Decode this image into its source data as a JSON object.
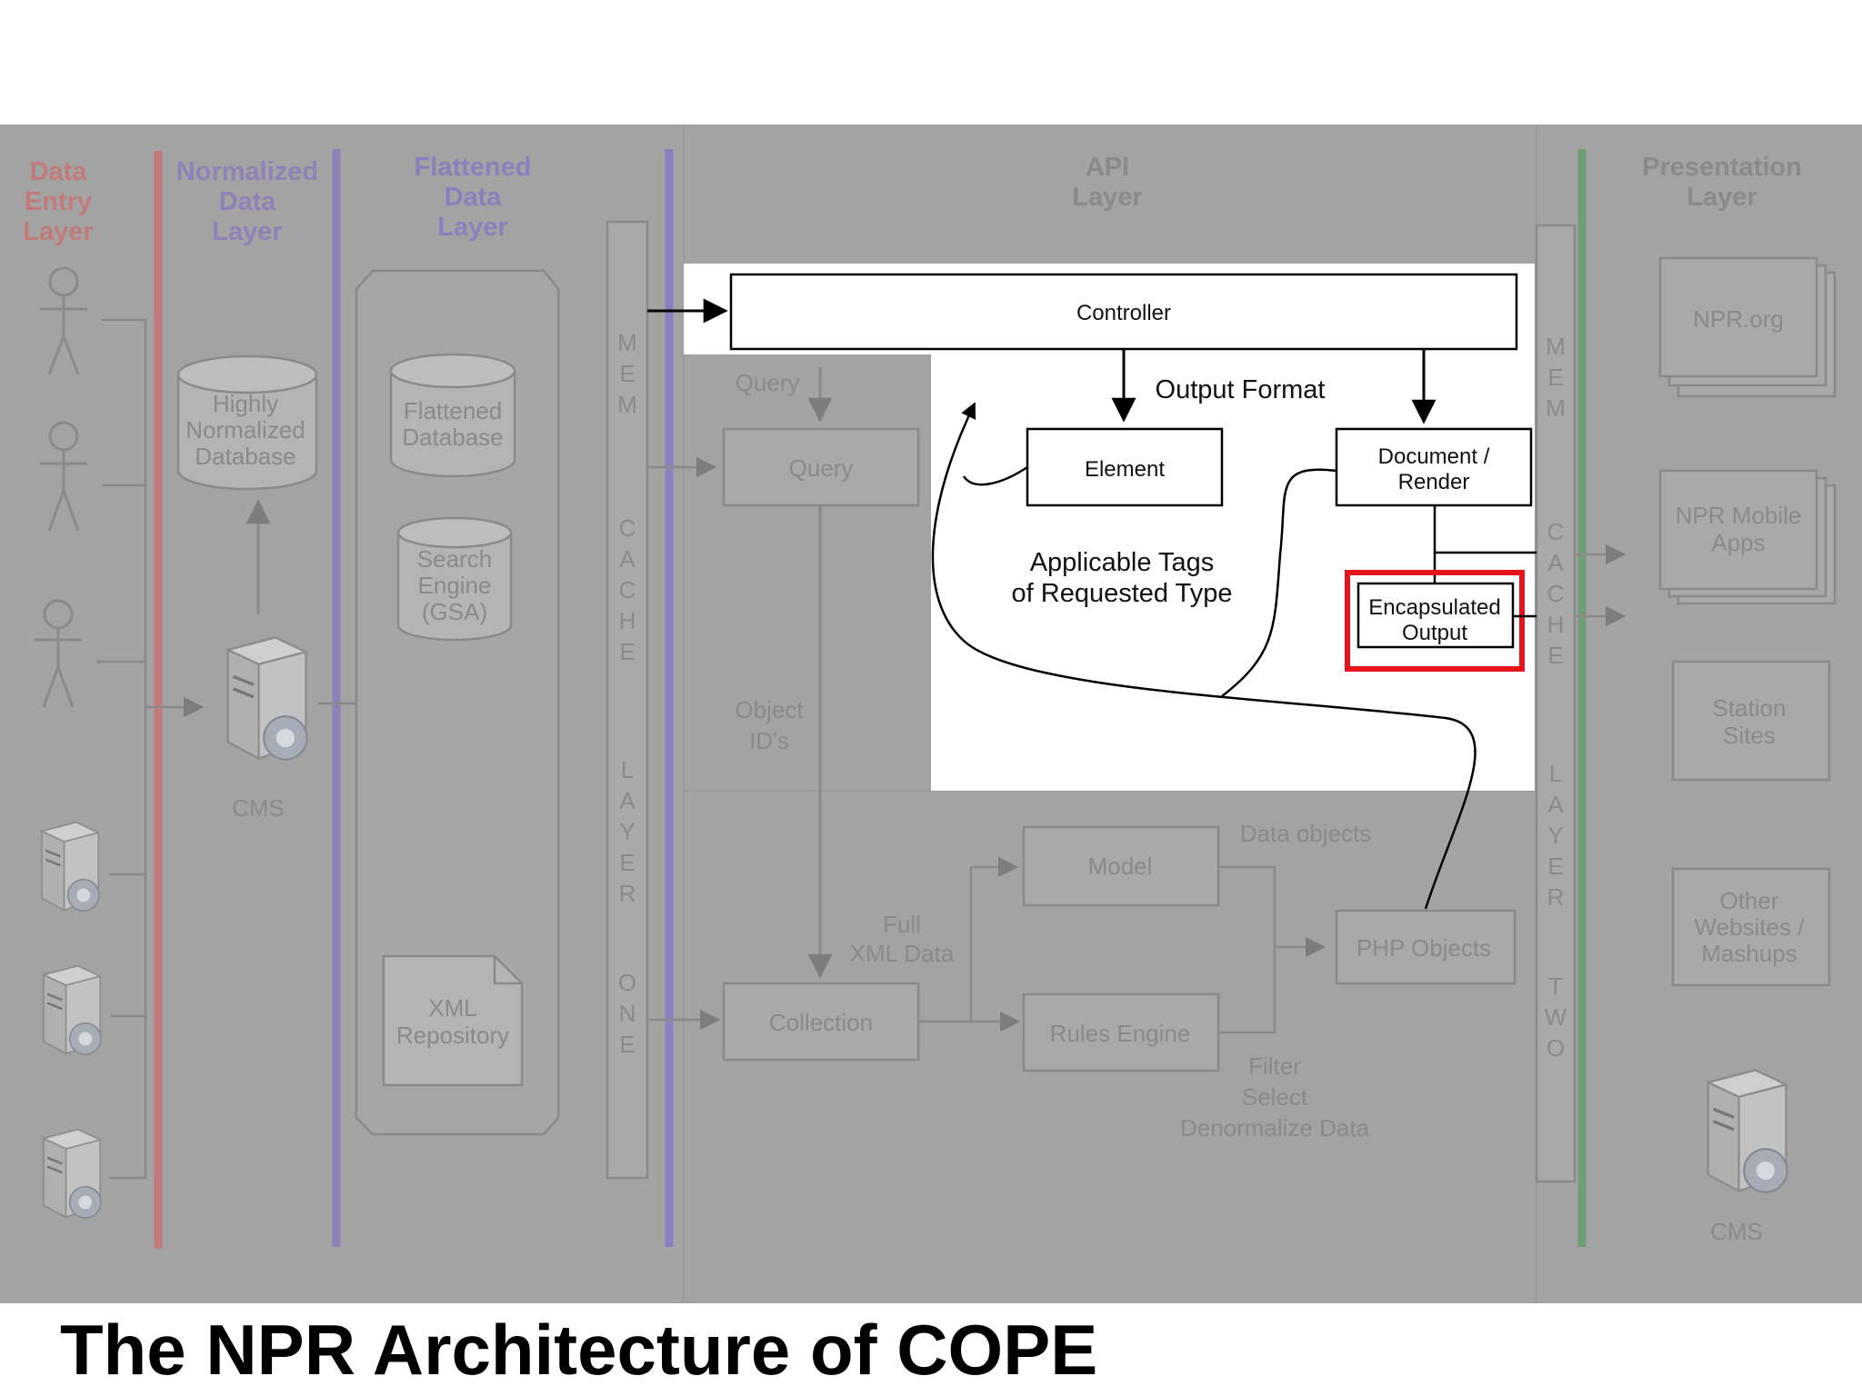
{
  "slide_title": "The NPR Architecture of COPE",
  "layers": {
    "data_entry": [
      "Data",
      "Entry",
      "Layer"
    ],
    "normalized": [
      "Normalized",
      "Data",
      "Layer"
    ],
    "flattened": [
      "Flattened",
      "Data",
      "Layer"
    ],
    "api": [
      "API",
      "Layer"
    ],
    "presentation": [
      "Presentation",
      "Layer"
    ]
  },
  "memcache_one": [
    "M",
    "E",
    "M",
    "C",
    "A",
    "C",
    "H",
    "E",
    "L",
    "A",
    "Y",
    "E",
    "R",
    "O",
    "N",
    "E"
  ],
  "memcache_two": [
    "M",
    "E",
    "M",
    "C",
    "A",
    "C",
    "H",
    "E",
    "L",
    "A",
    "Y",
    "E",
    "R",
    "T",
    "W",
    "O"
  ],
  "nodes": {
    "db_normalized": [
      "Highly",
      "Normalized",
      "Database"
    ],
    "cms_left": "CMS",
    "db_flattened": [
      "Flattened",
      "Database"
    ],
    "db_search": [
      "Search",
      "Engine",
      "(GSA)"
    ],
    "xml_repo": [
      "XML",
      "Repository"
    ],
    "controller": "Controller",
    "query_box": "Query",
    "element": "Element",
    "document_render": [
      "Document /",
      "Render"
    ],
    "encapsulated": [
      "Encapsulated",
      "Output"
    ],
    "model": "Model",
    "rules_engine": "Rules Engine",
    "collection": "Collection",
    "php_objects": "PHP Objects",
    "npr_org": "NPR.org",
    "npr_mobile": [
      "NPR Mobile",
      "Apps"
    ],
    "station_sites": [
      "Station",
      "Sites"
    ],
    "other_sites": [
      "Other",
      "Websites /",
      "Mashups"
    ],
    "cms_right": "CMS"
  },
  "annotations": {
    "query": "Query",
    "output_format": "Output Format",
    "applicable_tags": [
      "Applicable Tags",
      "of Requested Type"
    ],
    "object_ids": [
      "Object",
      "ID's"
    ],
    "full_xml": [
      "Full",
      "XML Data"
    ],
    "data_objects": "Data objects",
    "filter": [
      "Filter",
      "Select",
      "Denormalize Data"
    ]
  },
  "colors": {
    "overlay": "#a3a3a3",
    "data_entry_line": "#c27b7b",
    "normalized_line": "#8e82b8",
    "flattened_line": "#8a80bd",
    "presentation_line": "#6f9d73",
    "highlight": "#e8141c",
    "title": "#000000"
  }
}
